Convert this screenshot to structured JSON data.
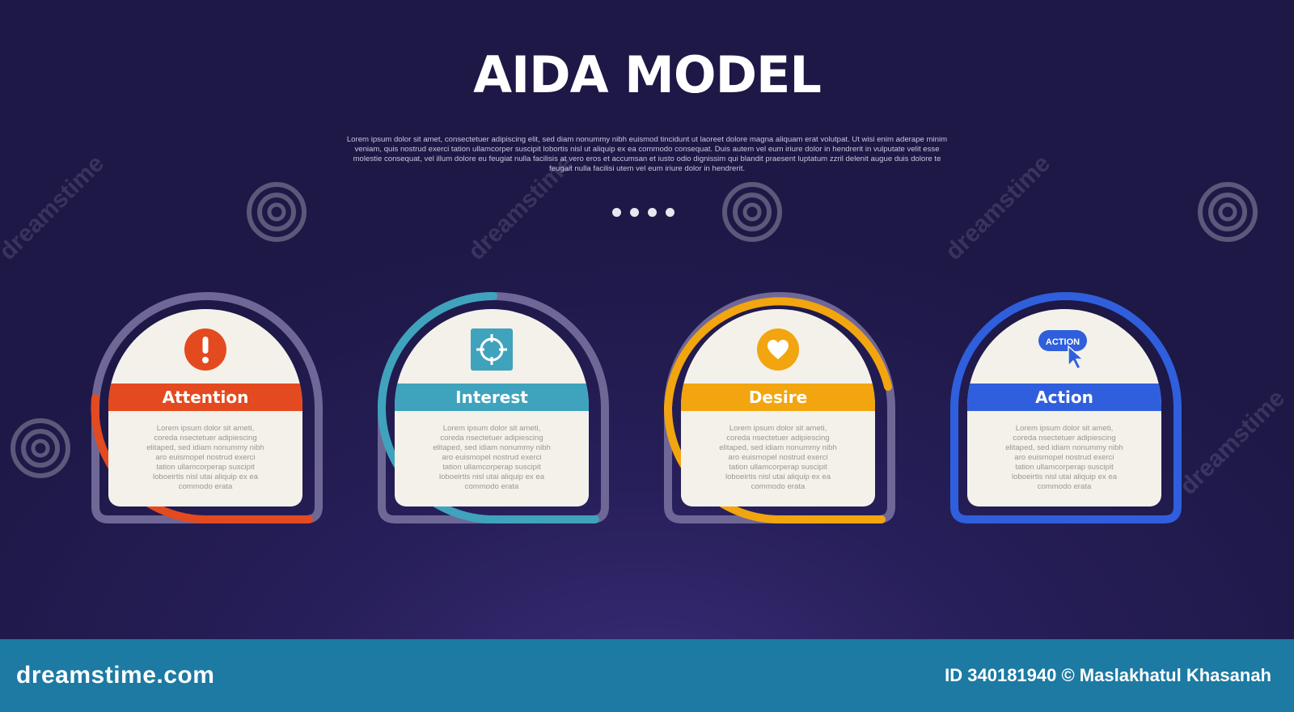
{
  "header": {
    "title": "AIDA MODEL",
    "description": "Lorem ipsum dolor sit amet, consectetuer adipiscing elit, sed diam nonummy nibh euismod tincidunt ut laoreet dolore magna aliquam erat volutpat. Ut wisi enim aderape minim veniam, quis nostrud exerci tation ullamcorper suscipit lobortis nisl ut aliquip ex ea commodo consequat. Duis autem vel eum iriure dolor in hendrerit in vulputate velit esse molestie consequat, vel illum dolore eu feugiat nulla facilisis at vero eros et accumsan et iusto odio dignissim qui blandit praesent luptatum zzril delenit augue duis dolore te feugait nulla facilisi utem vel eum iriure dolor in hendrerit."
  },
  "cards": [
    {
      "label": "Attention",
      "icon": "exclamation-icon",
      "color": "#e44a1f",
      "text": "Lorem ipsum dolor sit ameti, coreda nsectetuer adipiescing elitaped, sed idiam nonummy nibh aro euismopel nostrud exerci tation ullamcorperap suscipit loboeirtis nisl utai aliquip ex ea commodo erata"
    },
    {
      "label": "Interest",
      "icon": "target-icon",
      "color": "#3fa3bd",
      "text": "Lorem ipsum dolor sit ameti, coreda nsectetuer adipiescing elitaped, sed idiam nonummy nibh aro euismopel nostrud exerci tation ullamcorperap suscipit loboeirtis nisl utai aliquip ex ea commodo erata"
    },
    {
      "label": "Desire",
      "icon": "heart-icon",
      "color": "#f2a50f",
      "text": "Lorem ipsum dolor sit ameti, coreda nsectetuer adipiescing elitaped, sed idiam nonummy nibh aro euismopel nostrud exerci tation ullamcorperap suscipit loboeirtis nisl utai aliquip ex ea commodo erata"
    },
    {
      "label": "Action",
      "icon": "action-cursor-icon",
      "icon_text": "ACTION",
      "color": "#2f5fdc",
      "text": "Lorem ipsum dolor sit ameti, coreda nsectetuer adipiescing elitaped, sed idiam nonummy nibh aro euismopel nostrud exerci tation ullamcorperap suscipit loboeirtis nisl utai aliquip ex ea commodo erata"
    }
  ],
  "colors": {
    "background": "#241c55",
    "card_panel": "#f3f1ea",
    "ring_track": "#6f6796",
    "footer": "#1c7aa3"
  },
  "footer": {
    "brand": "dreamstime.com",
    "credit": "ID 340181940 © Maslakhatul Khasanah"
  },
  "watermark": {
    "text": "dreamstime"
  }
}
